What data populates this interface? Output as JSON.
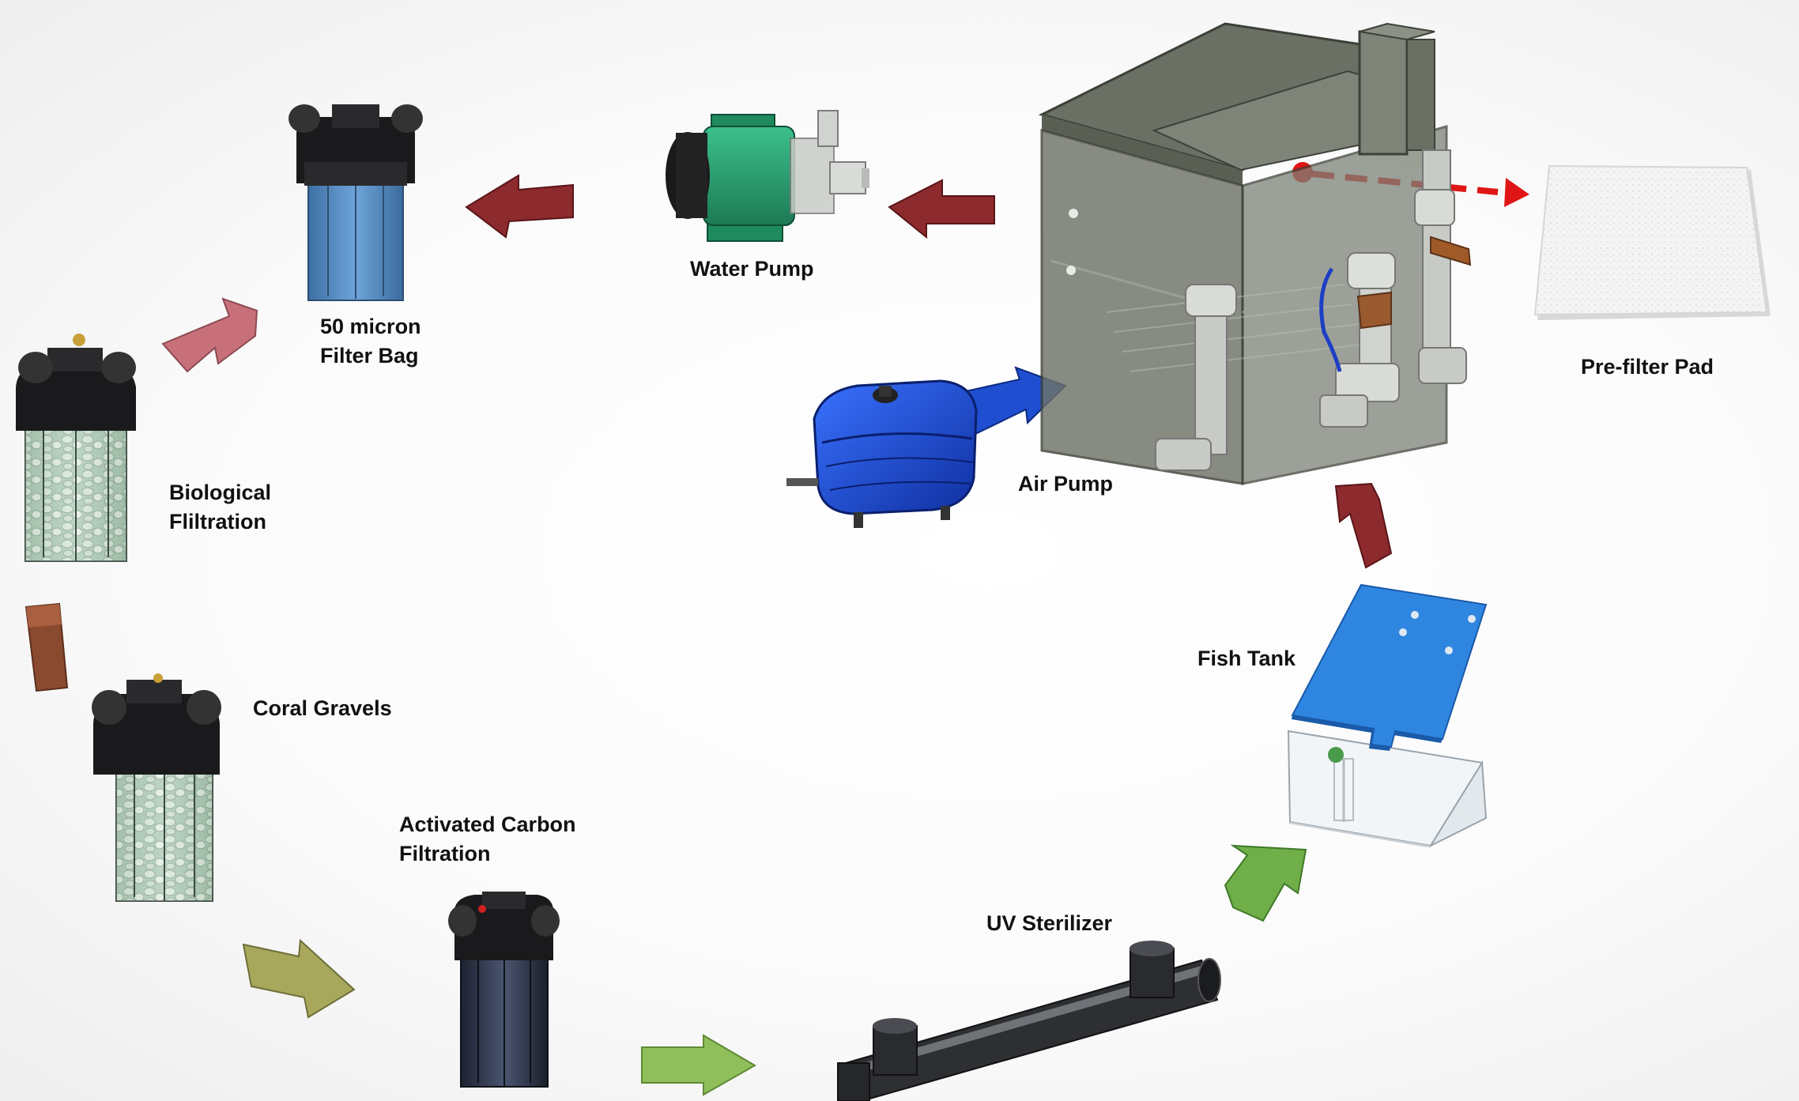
{
  "components": {
    "water_pump": "Water Pump",
    "filter_bag_line1": "50 micron",
    "filter_bag_line2": "Filter Bag",
    "biological_line1": "Biological",
    "biological_line2": "Fliltration",
    "coral_gravels": "Coral Gravels",
    "activated_carbon_line1": "Activated Carbon",
    "activated_carbon_line2": "Filtration",
    "uv_sterilizer": "UV Sterilizer",
    "fish_tank": "Fish Tank",
    "air_pump": "Air Pump",
    "pre_filter_pad": "Pre-filter Pad"
  },
  "colors": {
    "arrow_dark_red": "#8c2a2e",
    "arrow_pink": "#c8707a",
    "arrow_brown": "#8a4a30",
    "arrow_olive": "#a8a85c",
    "arrow_light_green": "#8fbe5a",
    "arrow_green": "#6fae48",
    "arrow_blue": "#1f4fd0",
    "dashed_arrow_red": "#e01515",
    "water_pump_green": "#2a9c6e",
    "filter_bag_blue": "#5b8fc4",
    "fish_tank_blue": "#2f86e0",
    "sump_tank_gray": "#6b7064"
  },
  "icons": [
    "water-pump-icon",
    "filter-bag-housing-icon",
    "biological-filter-icon",
    "coral-gravel-filter-icon",
    "carbon-filter-icon",
    "uv-sterilizer-icon",
    "fish-tank-icon",
    "air-pump-icon",
    "sump-tank-icon",
    "pre-filter-pad-icon"
  ]
}
